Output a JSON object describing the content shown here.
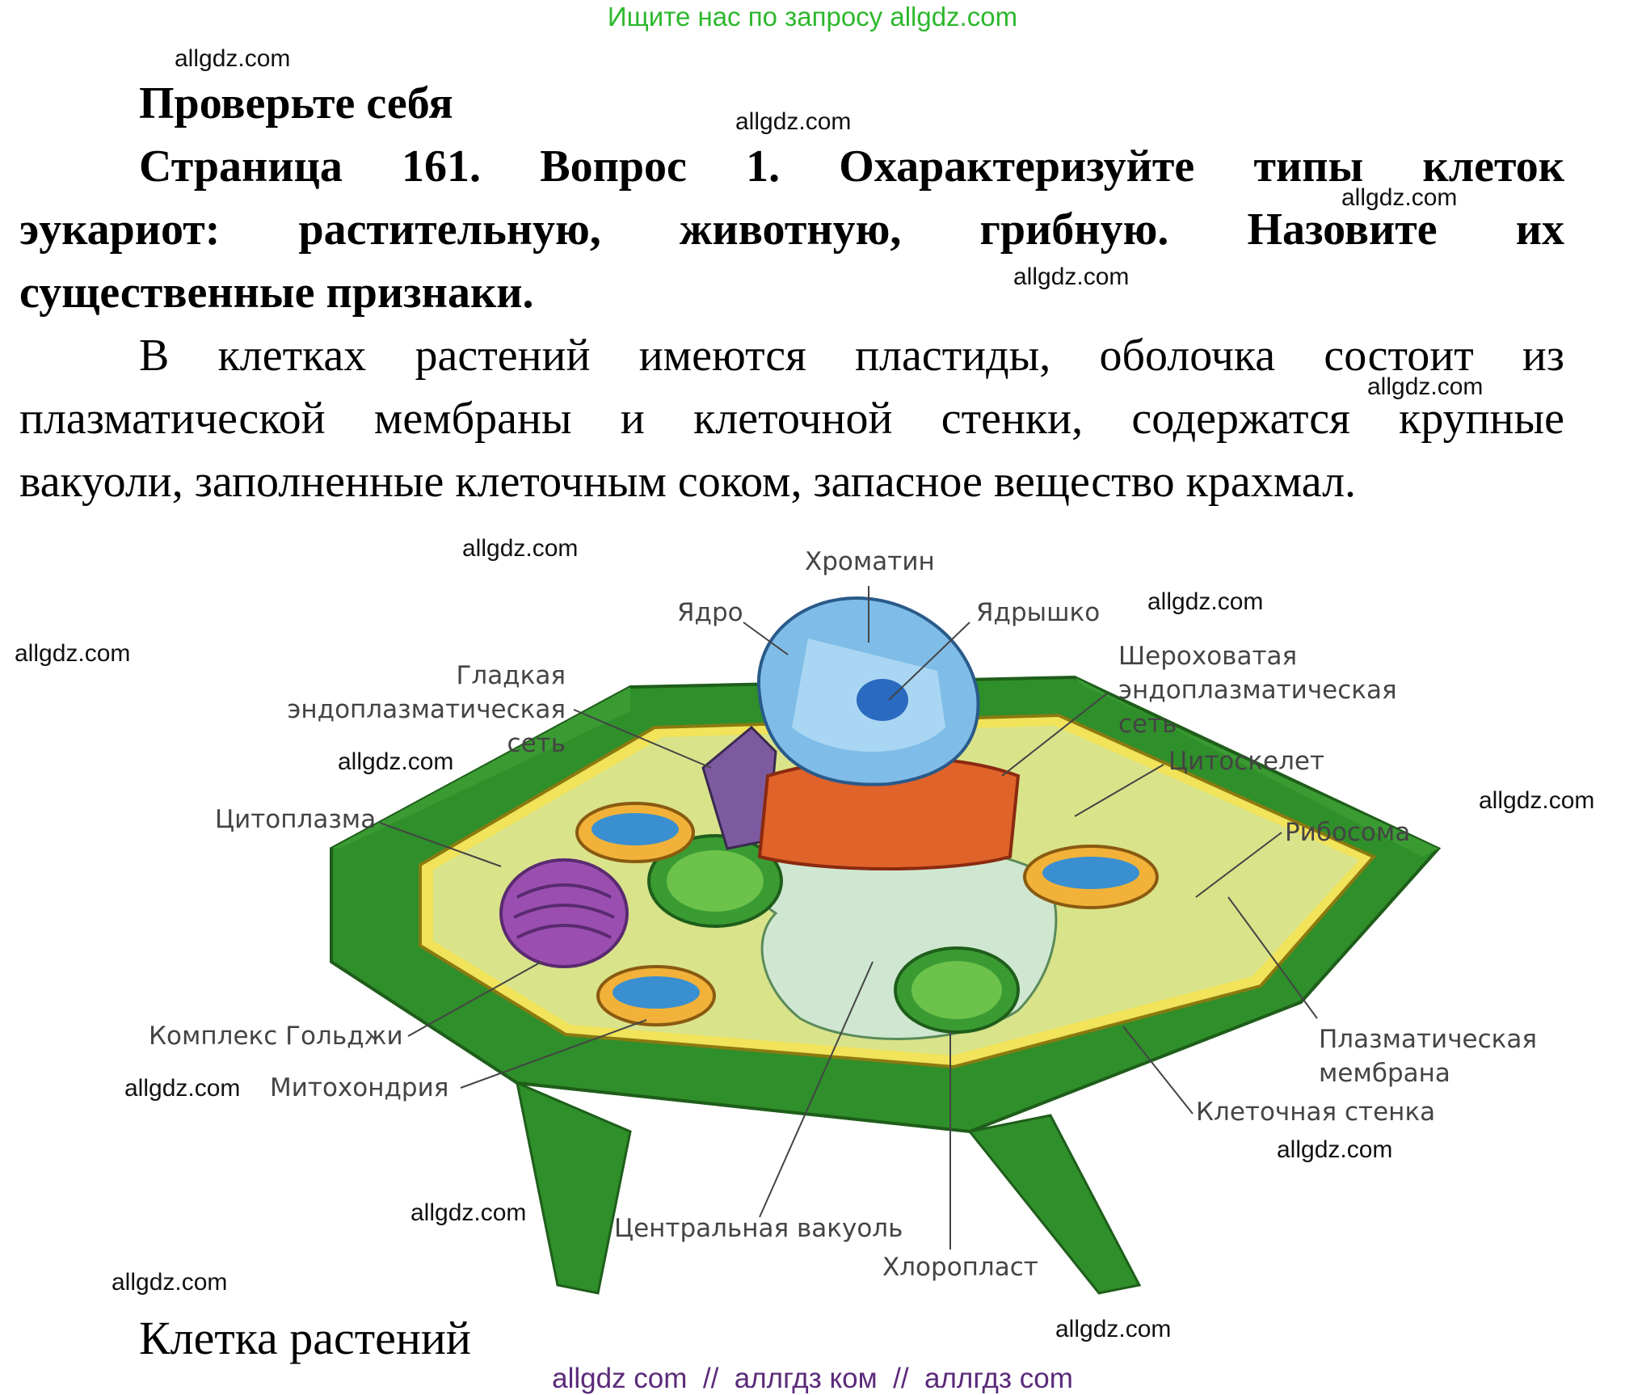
{
  "banner": "Ищите нас по запросу allgdz.com",
  "watermark": "allgdz.com",
  "heading": "Проверьте себя",
  "question": {
    "line1": "Страница 161. Вопрос 1.  Охарактеризуйте типы клеток",
    "line2": "эукариот: растительную, животную, грибную. Назовите их",
    "line3": "существенные признаки."
  },
  "answer": {
    "line1": "В клетках растений имеются пластиды, оболочка состоит из",
    "line2": "плазматической мембраны и клеточной стенки, содержатся крупные",
    "line3": "вакуоли, заполненные клеточным соком, запасное вещество крахмал."
  },
  "diagram_labels": {
    "chromatin": "Хроматин",
    "nucleus": "Ядро",
    "nucleolus": "Ядрышко",
    "smooth_er": [
      "Гладкая",
      "эндоплазматическая",
      "сеть"
    ],
    "rough_er": [
      "Шероховатая",
      "эндоплазматическая",
      "сеть"
    ],
    "cytoskeleton": "Цитоскелет",
    "cytoplasm": "Цитоплазма",
    "ribosome": "Рибосома",
    "golgi": "Комплекс Гольджи",
    "mitochondrion": "Митохондрия",
    "plasma_membrane": [
      "Плазматическая",
      "мембрана"
    ],
    "cell_wall": "Клеточная стенка",
    "central_vacuole": "Центральная вакуоль",
    "chloroplast": "Хлоропласт"
  },
  "caption": "Клетка растений",
  "footer": "allgdz com  //  аллгдз ком  //  аллгдз com",
  "colors": {
    "banner": "#2db82d",
    "cell_wall": "#2f8f2a",
    "cytoplasm": "#d9e38a",
    "nucleus": "#7fbde8",
    "vacuole": "#cfe7d0",
    "footer": "#5b2a7a"
  }
}
